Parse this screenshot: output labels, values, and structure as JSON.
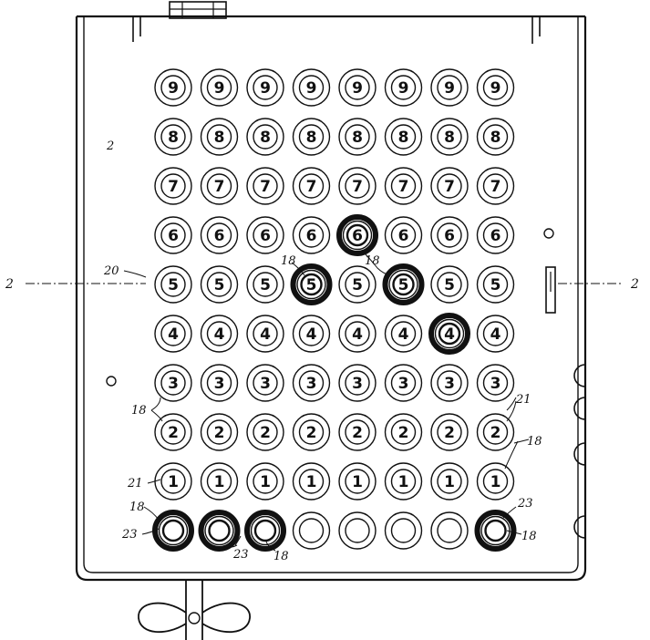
{
  "figure": {
    "key_rows": [
      {
        "digit": "9"
      },
      {
        "digit": "8"
      },
      {
        "digit": "7"
      },
      {
        "digit": "6"
      },
      {
        "digit": "5"
      },
      {
        "digit": "4"
      },
      {
        "digit": "3"
      },
      {
        "digit": "2"
      },
      {
        "digit": "1"
      },
      {
        "digit": ""
      }
    ],
    "column_count": 8,
    "depressed_keys": [
      {
        "row_digit": "6",
        "column": 5
      },
      {
        "row_digit": "5",
        "column": 4
      },
      {
        "row_digit": "5",
        "column": 6
      },
      {
        "row_digit": "4",
        "column": 7
      },
      {
        "row_digit": "",
        "column": 1
      },
      {
        "row_digit": "",
        "column": 2
      },
      {
        "row_digit": "",
        "column": 3
      },
      {
        "row_digit": "",
        "column": 8
      }
    ],
    "reference_labels": {
      "plate": "2",
      "section_left": "2",
      "section_right": "2",
      "row_marker": "20",
      "key_18_a": "18",
      "key_18_b": "18",
      "key_18_c": "18",
      "key_18_d": "18",
      "key_18_e": "18",
      "key_18_f": "18",
      "key_18_g": "18",
      "ring_21_a": "21",
      "ring_21_b": "21",
      "ring_23_a": "23",
      "ring_23_b": "23",
      "ring_23_c": "23"
    }
  }
}
